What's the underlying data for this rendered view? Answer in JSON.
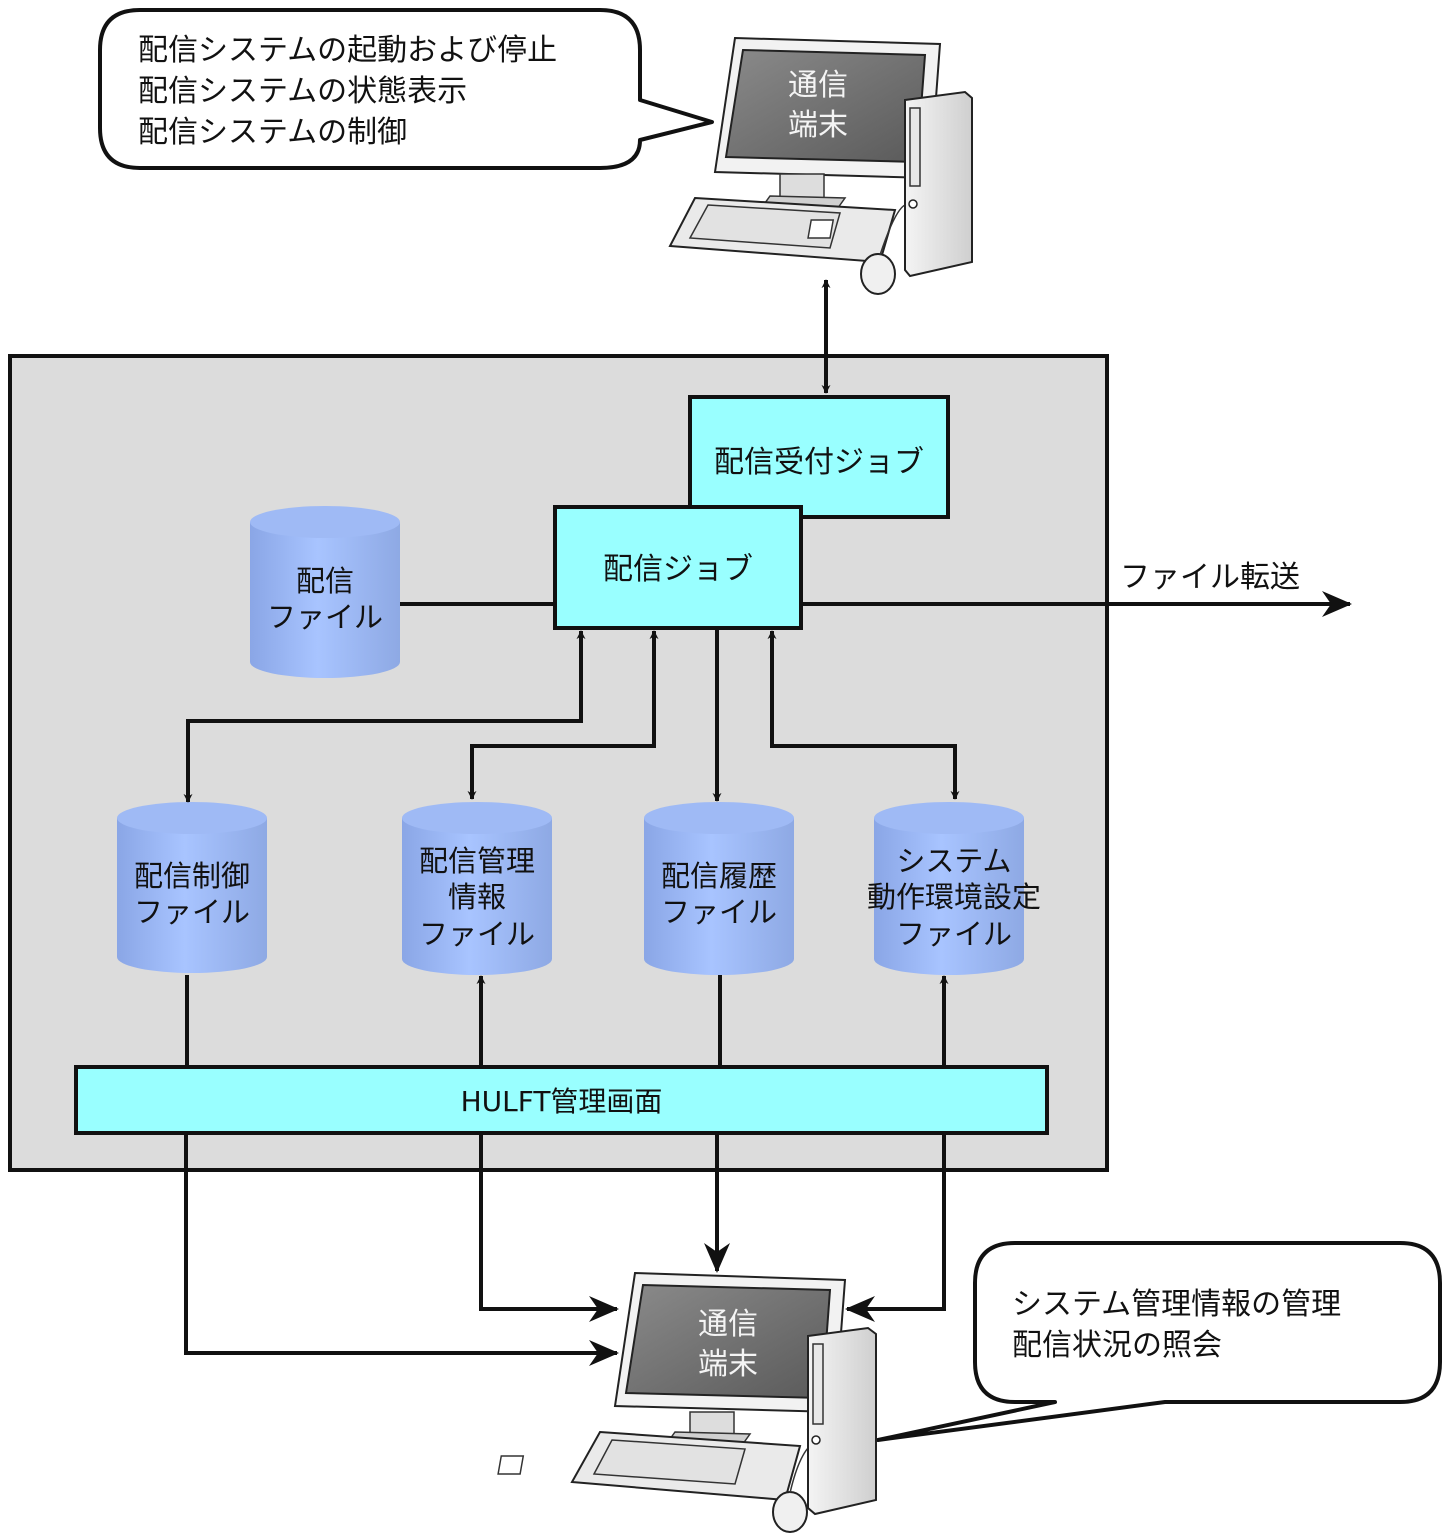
{
  "top_callout": {
    "lines": [
      "配信システムの起動および停止",
      "配信システムの状態表示",
      "配信システムの制御"
    ]
  },
  "top_terminal": {
    "label_line1": "通信",
    "label_line2": "端末"
  },
  "system_boundary": {
    "label": ""
  },
  "jobs": {
    "receive_job": "配信受付ジョブ",
    "delivery_job": "配信ジョブ"
  },
  "files": {
    "delivery_file": [
      "配信",
      "ファイル"
    ],
    "control_file": [
      "配信制御",
      "ファイル"
    ],
    "management_file": [
      "配信管理",
      "情報",
      "ファイル"
    ],
    "history_file": [
      "配信履歴",
      "ファイル"
    ],
    "env_file": [
      "システム",
      "動作環境設定",
      "ファイル"
    ]
  },
  "file_transfer": {
    "label": "ファイル転送"
  },
  "admin_screen": {
    "label": "HULFT管理画面"
  },
  "bottom_terminal": {
    "label_line1": "通信",
    "label_line2": "端末"
  },
  "bottom_callout": {
    "lines": [
      "システム管理情報の管理",
      "配信状況の照会"
    ]
  },
  "colors": {
    "boundary_fill": "#dcdcdc",
    "job_fill": "#99ffff",
    "cylinder_fill": "#9db9f2",
    "line": "#111111"
  }
}
